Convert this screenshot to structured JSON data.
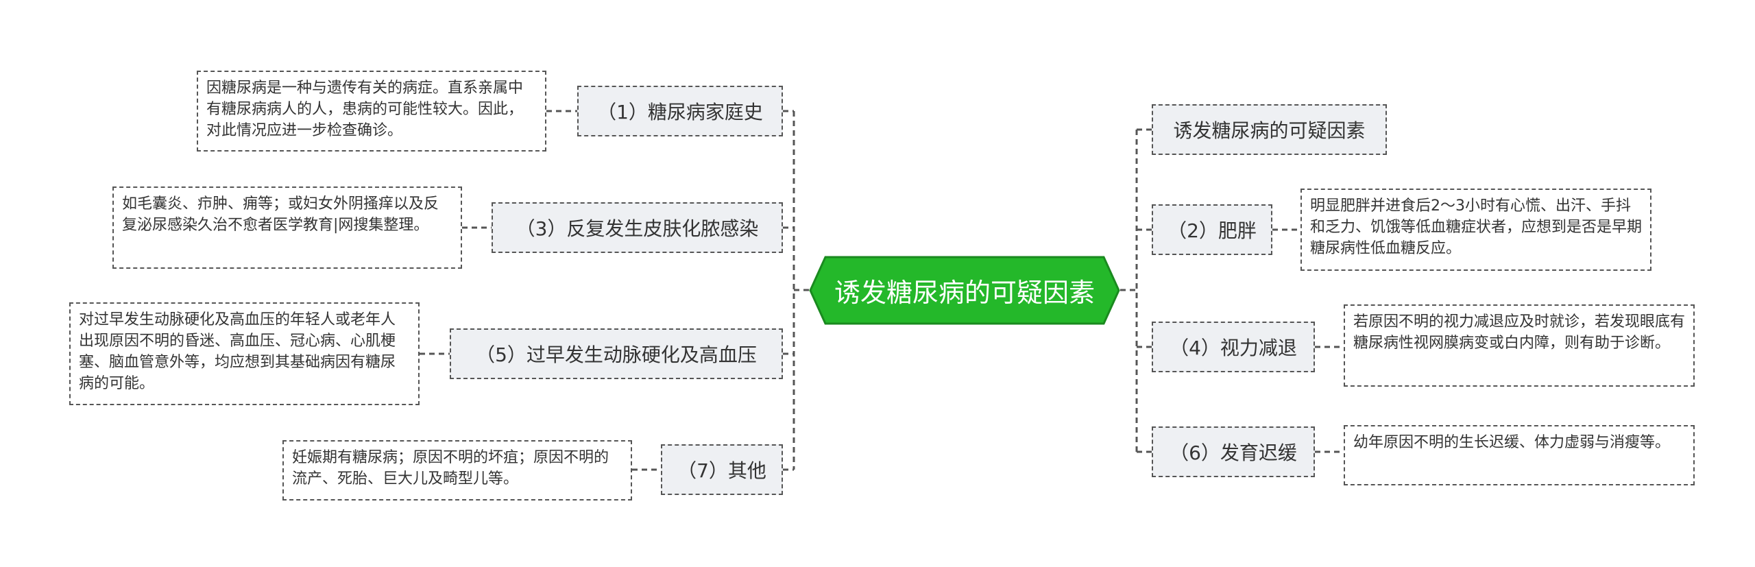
{
  "colors": {
    "center_fill": "#24b82a",
    "center_border": "#1a8a1f",
    "topic_fill": "#eef0f3",
    "line": "#555555"
  },
  "center": {
    "label": "诱发糖尿病的可疑因素"
  },
  "left_branches": [
    {
      "label": "（1）糖尿病家庭史",
      "note": "因糖尿病是一种与遗传有关的病症。直系亲属中有糖尿病病人的人，患病的可能性较大。因此，对此情况应进一步检查确诊。"
    },
    {
      "label": "（3）反复发生皮肤化脓感染",
      "note": "如毛囊炎、疖肿、痈等；或妇女外阴搔痒以及反复泌尿感染久治不愈者医学教育|网搜集整理。"
    },
    {
      "label": "（5）过早发生动脉硬化及高血压",
      "note": "对过早发生动脉硬化及高血压的年轻人或老年人出现原因不明的昏迷、高血压、冠心病、心肌梗塞、脑血管意外等，均应想到其基础病因有糖尿病的可能。"
    },
    {
      "label": "（7）其他",
      "note": "妊娠期有糖尿病；原因不明的坏疽；原因不明的流产、死胎、巨大儿及畸型儿等。"
    }
  ],
  "right_branches": [
    {
      "label": "诱发糖尿病的可疑因素",
      "note": ""
    },
    {
      "label": "（2）肥胖",
      "note": "明显肥胖并进食后2～3小时有心慌、出汗、手抖和乏力、饥饿等低血糖症状者，应想到是否是早期糖尿病性低血糖反应。"
    },
    {
      "label": "（4）视力减退",
      "note": "若原因不明的视力减退应及时就诊，若发现眼底有糖尿病性视网膜病变或白内障，则有助于诊断。"
    },
    {
      "label": "（6）发育迟缓",
      "note": "幼年原因不明的生长迟缓、体力虚弱与消瘦等。"
    }
  ]
}
